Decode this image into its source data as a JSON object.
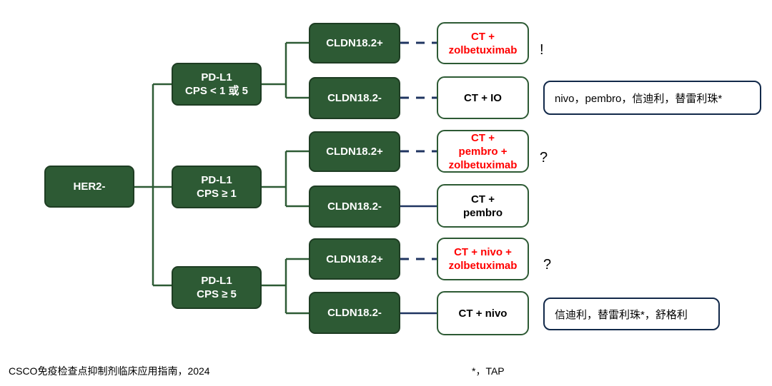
{
  "root": {
    "label": "HER2-"
  },
  "pdl1": [
    {
      "line1": "PD-L1",
      "line2": "CPS < 1 或 5"
    },
    {
      "line1": "PD-L1",
      "line2": "CPS ≥ 1"
    },
    {
      "line1": "PD-L1",
      "line2": "CPS ≥ 5"
    }
  ],
  "cldn": [
    {
      "label": "CLDN18.2+"
    },
    {
      "label": "CLDN18.2-"
    },
    {
      "label": "CLDN18.2+"
    },
    {
      "label": "CLDN18.2-"
    },
    {
      "label": "CLDN18.2+"
    },
    {
      "label": "CLDN18.2-"
    }
  ],
  "treatments": [
    {
      "lines": [
        "CT +",
        "zolbetuximab"
      ],
      "emphasis": true
    },
    {
      "lines": [
        "CT + IO"
      ],
      "emphasis": false
    },
    {
      "lines": [
        "CT +",
        "pembro +",
        "zolbetuximab"
      ],
      "emphasis": true
    },
    {
      "lines": [
        "CT +",
        "pembro"
      ],
      "emphasis": false
    },
    {
      "lines": [
        "CT + nivo +",
        "zolbetuximab"
      ],
      "emphasis": true
    },
    {
      "lines": [
        "CT + nivo"
      ],
      "emphasis": false
    }
  ],
  "marks": [
    "!",
    "?",
    "?"
  ],
  "notes": [
    "nivo，pembro，信迪利，替雷利珠*",
    "信迪利，替雷利珠*，舒格利"
  ],
  "footer": {
    "source": "CSCO免疫检查点抑制剂临床应用指南，2024",
    "footnote": "*，TAP"
  },
  "colors": {
    "node_fill": "#2d5a34",
    "node_border": "#1e3d23",
    "connector_green": "#2d5a34",
    "connector_navy": "#1f3460",
    "emphasis_text": "#ff0000",
    "note_border": "#12294a"
  }
}
